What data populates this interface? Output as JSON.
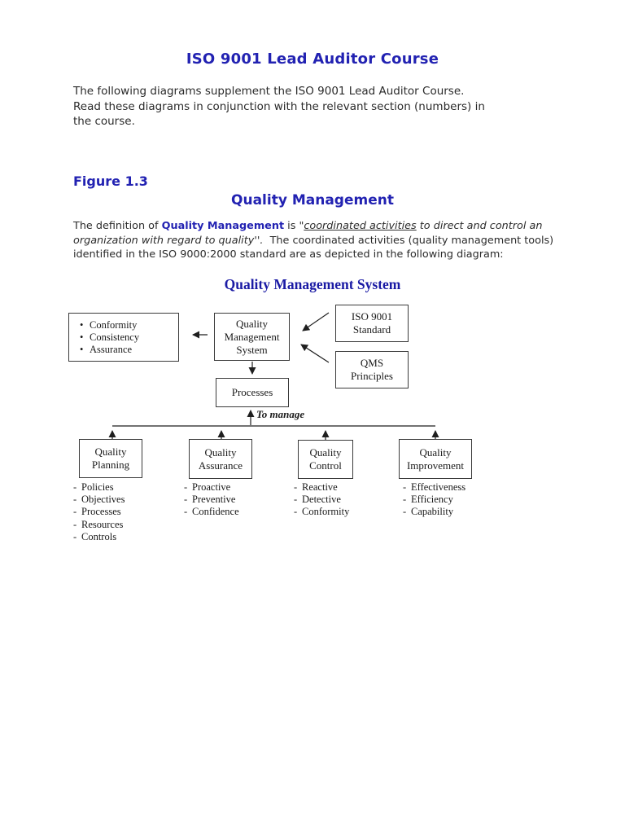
{
  "page": {
    "title": "ISO 9001 Lead Auditor Course",
    "intro": {
      "line1": "The following diagrams supplement the ISO 9001 Lead Auditor Course.",
      "line2": "Read these diagrams in conjunction with the relevant section (numbers) in",
      "line3": "the course."
    },
    "figure_label": "Figure 1.3",
    "section_title": "Quality Management",
    "definition": {
      "seg1": "The definition of ",
      "term": "Quality Management",
      "seg2": " is \"",
      "quote_underlined": "coordinated activities",
      "quote_italic_l1": " to direct and control an",
      "quote_italic_l2": "organization with regard to quality''.",
      "seg3": "  The coordinated activities (quality management tools)",
      "seg4": "identified in the ISO 9000:2000 standard are as depicted in the following diagram:"
    }
  },
  "diagram": {
    "title": "Quality Management System",
    "to_manage": "To manage",
    "outcomes_items": [
      "Conformity",
      "Consistency",
      "Assurance"
    ],
    "qms_lines": [
      "Quality",
      "Management",
      "System"
    ],
    "iso_lines": [
      "ISO 9001",
      "Standard"
    ],
    "principles_lines": [
      "QMS",
      "Principles"
    ],
    "processes_label": "Processes",
    "planning_lines": [
      "Quality",
      "Planning"
    ],
    "assurance_lines": [
      "Quality",
      "Assurance"
    ],
    "control_lines": [
      "Quality",
      "Control"
    ],
    "improvement_lines": [
      "Quality",
      "Improvement"
    ],
    "planning_items": [
      "Policies",
      "Objectives",
      "Processes",
      "Resources",
      "Controls"
    ],
    "assurance_items": [
      "Proactive",
      "Preventive",
      "Confidence"
    ],
    "control_items": [
      "Reactive",
      "Detective",
      "Conformity"
    ],
    "improvement_items": [
      "Effectiveness",
      "Efficiency",
      "Capability"
    ]
  },
  "colors": {
    "heading_blue": "#2222b2",
    "diagram_blue": "#1a1aa4"
  }
}
